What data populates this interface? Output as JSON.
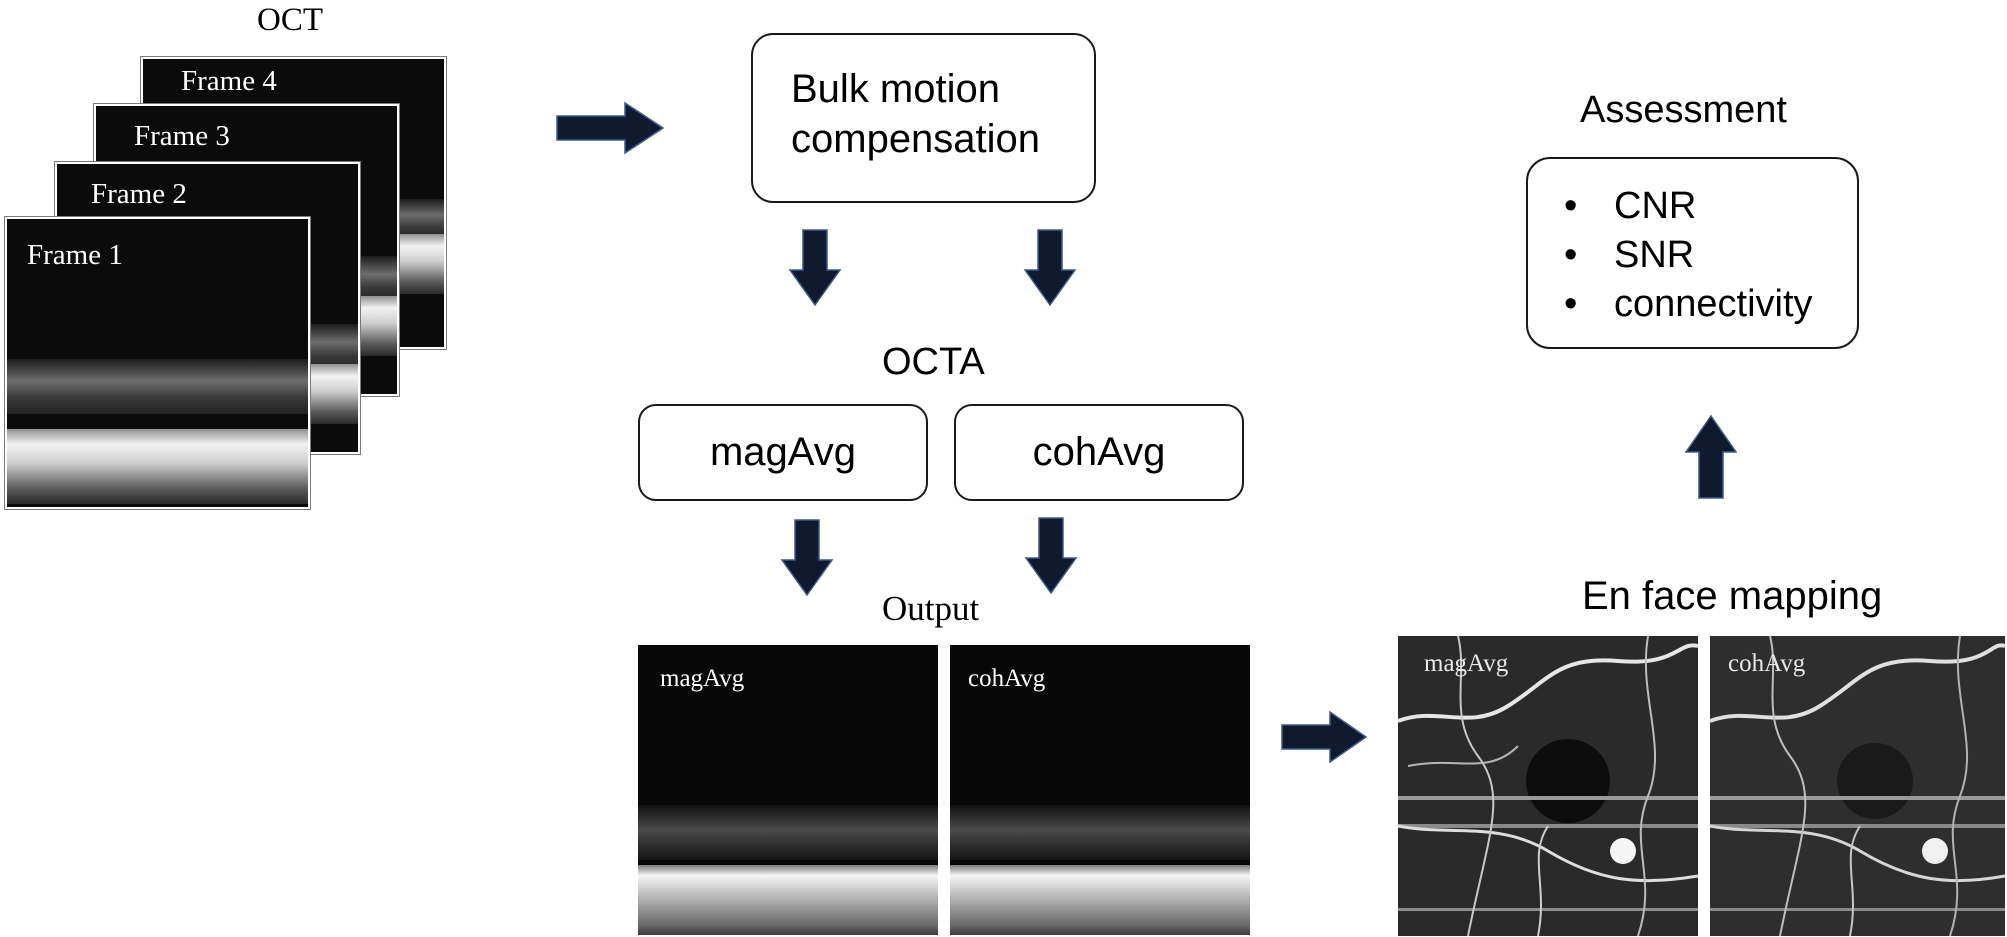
{
  "oct": {
    "title": "OCT",
    "frames": [
      "Frame 4",
      "Frame 3",
      "Frame 2",
      "Frame 1"
    ]
  },
  "bulk_motion": {
    "line1": "Bulk motion",
    "line2": "compensation"
  },
  "octa": {
    "title": "OCTA",
    "method1": "magAvg",
    "method2": "cohAvg"
  },
  "output": {
    "title": "Output",
    "image1_label": "magAvg",
    "image2_label": "cohAvg"
  },
  "en_face": {
    "title": "En face mapping",
    "image1_label": "magAvg",
    "image2_label": "cohAvg"
  },
  "assessment": {
    "title": "Assessment",
    "items": [
      "CNR",
      "SNR",
      "connectivity"
    ]
  },
  "colors": {
    "arrow_fill": "#0f1a2e",
    "box_border": "#1a1a1a"
  }
}
